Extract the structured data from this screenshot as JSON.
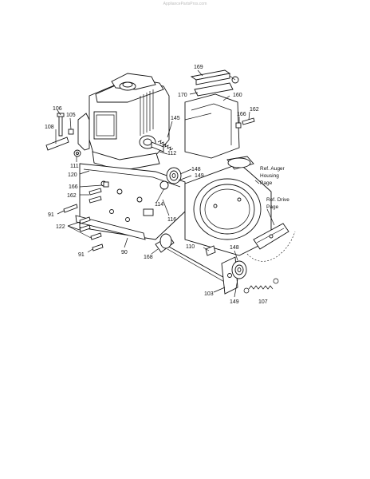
{
  "watermark": "AppliancePartsPros.com",
  "references": {
    "auger_housing": [
      "Ref. Auger",
      "Housing",
      "Page"
    ],
    "drive": [
      "Ref. Drive",
      "Page"
    ]
  },
  "callouts": {
    "c169": "169",
    "c170": "170",
    "c160": "160",
    "c162a": "162",
    "c166a": "166",
    "c145": "145",
    "c106": "106",
    "c105": "105",
    "c108": "108",
    "c112": "112",
    "c111": "111",
    "c148a": "148",
    "c149a": "149",
    "c120": "120",
    "c166b": "166",
    "c162b": "162",
    "c114": "114",
    "c91a": "91",
    "c116": "116",
    "c122": "122",
    "c90": "90",
    "c91b": "91",
    "c168": "168",
    "c110": "110",
    "c148b": "148",
    "c103": "103",
    "c149b": "149",
    "c107": "107"
  }
}
